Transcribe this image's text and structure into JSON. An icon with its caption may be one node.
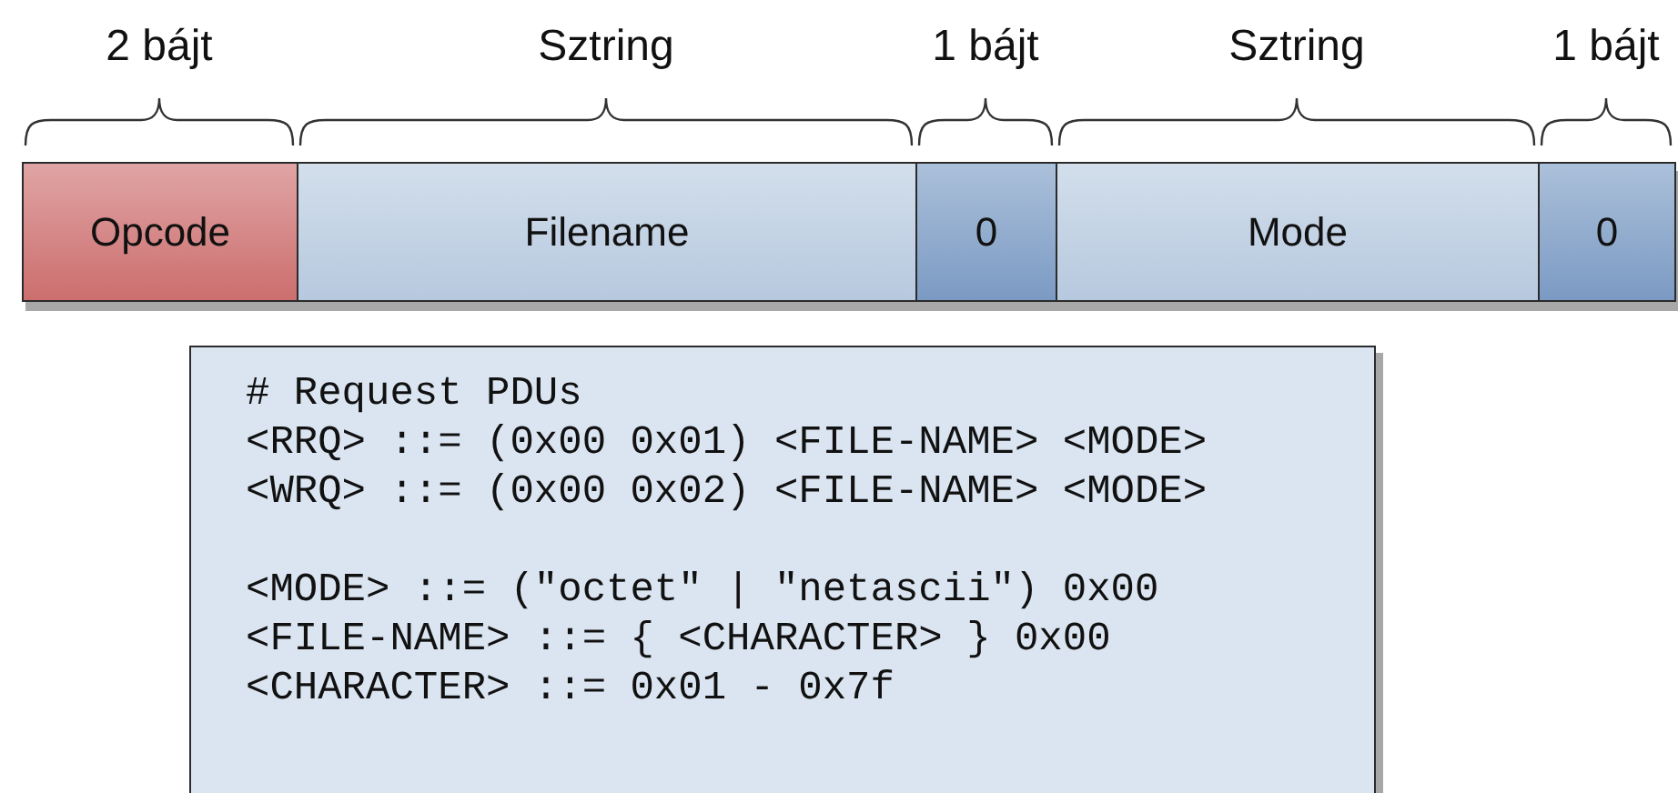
{
  "diagram": {
    "nodes": [
      {
        "text": [
          "Opcode"
        ],
        "beside": [
          "2 bájt"
        ]
      },
      {
        "text": [
          "Filename"
        ],
        "beside": [
          "Sztring"
        ]
      },
      {
        "text": [
          "0"
        ],
        "beside": [
          "1 bájt"
        ]
      },
      {
        "text": [
          "Mode"
        ],
        "beside": [
          "Sztring"
        ]
      },
      {
        "text": [
          "0"
        ],
        "beside": [
          "1 bájt"
        ]
      },
      {
        "text": [
          "# Request PDUs",
          "<RRQ> ::= (0x00 0x01) <FILE-NAME> <MODE>",
          "<WRQ> ::= (0x00 0x02) <FILE-NAME> <MODE>",
          "<MODE> ::= (\"octet\" | \"netascii\") 0x00",
          "<FILE-NAME> ::= { <CHARACTER> } 0x00",
          "<CHARACTER> ::= 0x01 - 0x7f"
        ]
      }
    ]
  }
}
